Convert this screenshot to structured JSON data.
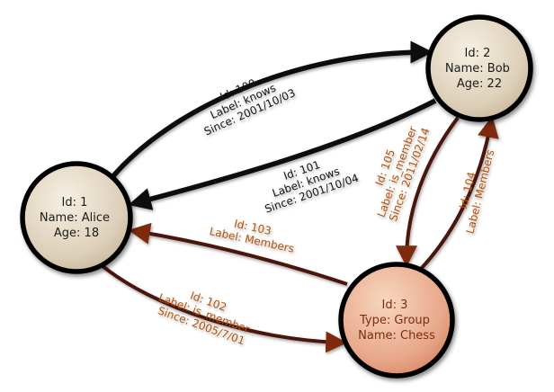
{
  "colors": {
    "background": "#ffffff",
    "knows_edge": "#0b0b0b",
    "knows_label": "#141414",
    "member_edge": "#4a1708",
    "member_arrow": "#7e2b10",
    "member_label": "#b5530a",
    "node_border": "#000000",
    "person_fill": "#ddd0ba",
    "group_fill": "#e8a88a",
    "person_text": "#1a1a1a",
    "group_text": "#7b2d10"
  },
  "nodes": [
    {
      "name": "alice",
      "lines": [
        "Id: 1",
        "Name: Alice",
        "Age: 18"
      ]
    },
    {
      "name": "bob",
      "lines": [
        "Id: 2",
        "Name: Bob",
        "Age: 22"
      ]
    },
    {
      "name": "group",
      "lines": [
        "Id: 3",
        "Type: Group",
        "Name: Chess"
      ]
    }
  ],
  "edges": [
    {
      "name": "knows-100",
      "lines": [
        "Id: 100",
        "Label: knows",
        "Since: 2001/10/03"
      ]
    },
    {
      "name": "knows-101",
      "lines": [
        "Id: 101",
        "Label: knows",
        "Since: 2001/10/04"
      ]
    },
    {
      "name": "member-102",
      "lines": [
        "Id: 102",
        "Label: is_member",
        "Since: 2005/7/01"
      ]
    },
    {
      "name": "members-103",
      "lines": [
        "Id: 103",
        "Label: Members"
      ]
    },
    {
      "name": "members-104",
      "lines": [
        "Id: 104",
        "Label: Members"
      ]
    },
    {
      "name": "member-105",
      "lines": [
        "Id: 105",
        "Label: is_member",
        "Since: 2011/02/14"
      ]
    }
  ]
}
